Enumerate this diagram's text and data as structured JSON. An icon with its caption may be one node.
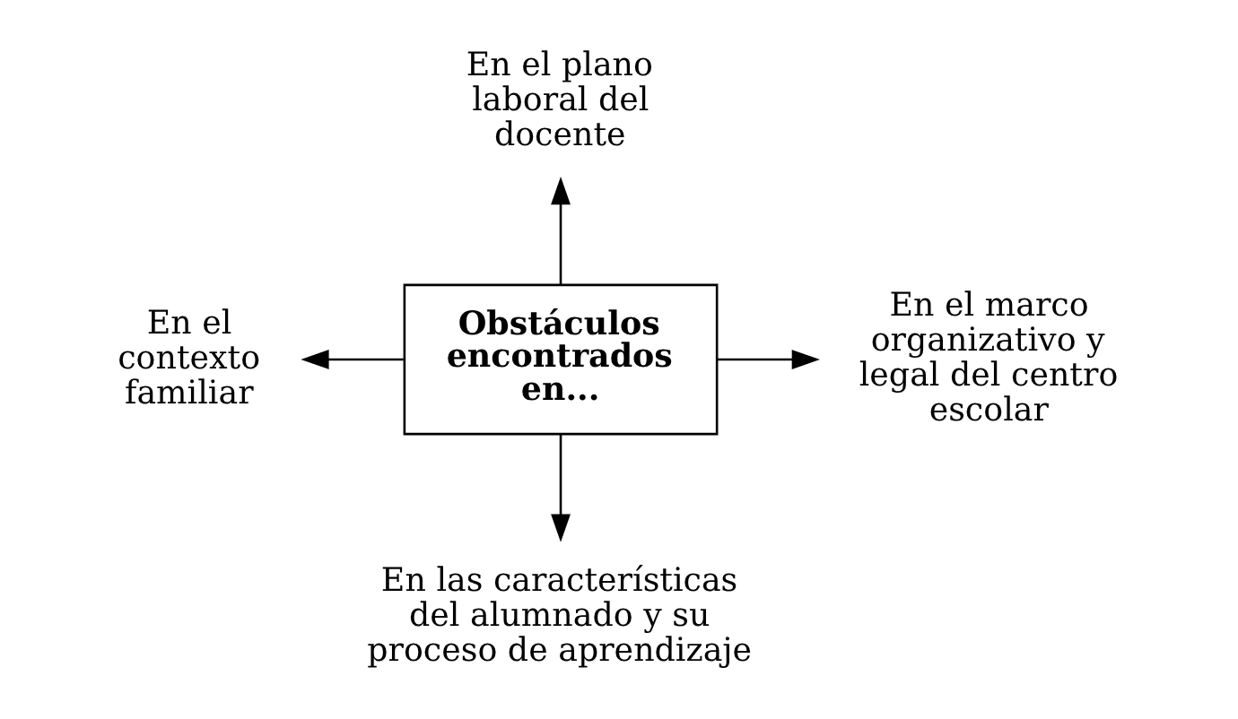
{
  "diagram": {
    "nodes": [
      {
        "text": [
          "Obstáculos encontrados en..."
        ]
      },
      {
        "text": [
          "En el plano laboral del docente"
        ]
      },
      {
        "text": [
          "En el contexto familiar"
        ]
      },
      {
        "text": [
          "En el marco organizativo y legal del centro escolar"
        ]
      },
      {
        "text": [
          "En las características del alumnado y su proceso de aprendizaje"
        ]
      }
    ],
    "edges": [
      {
        "from": 0,
        "to": 1,
        "arrow": "to"
      },
      {
        "from": 0,
        "to": 2,
        "arrow": "to"
      },
      {
        "from": 0,
        "to": 3,
        "arrow": "to"
      },
      {
        "from": 0,
        "to": 4,
        "arrow": "to"
      }
    ]
  }
}
